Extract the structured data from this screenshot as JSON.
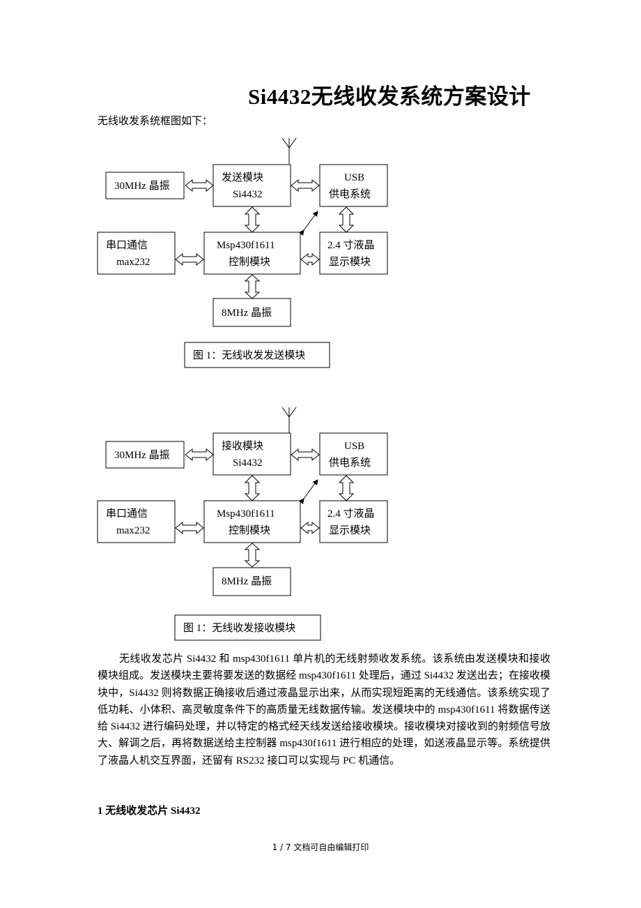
{
  "title": "Si4432无线收发系统方案设计",
  "intro": "无线收发系统框图如下：",
  "diagram1": {
    "osc30": "30MHz 晶振",
    "rf_line1": "发送模块",
    "rf_line2": "Si4432",
    "usb_line1": "USB",
    "usb_line2": "供电系统",
    "uart_line1": "串口通信",
    "uart_line2": "max232",
    "mcu_line1": "Msp430f1611",
    "mcu_line2": "控制模块",
    "lcd_line1": "2.4 寸液晶",
    "lcd_line2": "显示模块",
    "osc8": "8MHz 晶振",
    "caption": "图 1：无线收发发送模块"
  },
  "diagram2": {
    "osc30": "30MHz 晶振",
    "rf_line1": "接收模块",
    "rf_line2": "Si4432",
    "usb_line1": "USB",
    "usb_line2": "供电系统",
    "uart_line1": "串口通信",
    "uart_line2": "max232",
    "mcu_line1": "Msp430f1611",
    "mcu_line2": "控制模块",
    "lcd_line1": "2.4 寸液晶",
    "lcd_line2": "显示模块",
    "osc8": "8MHz 晶振",
    "caption": "图 1：无线收发接收模块"
  },
  "paragraph": "无线收发芯片 Si4432 和 msp430f1611 单片机的无线射频收发系统。该系统由发送模块和接收模块组成。发送模块主要将要发送的数据经 msp430f1611 处理后，通过 Si4432 发送出去；在接收模块中，Si4432 则将数据正确接收后通过液晶显示出来，从而实现短距离的无线通信。该系统实现了低功耗、小体积、高灵敏度条件下的高质量无线数据传输。发送模块中的 msp430f1611 将数据传送给 Si4432 进行编码处理，并以特定的格式经天线发送给接收模块。接收模块对接收到的射频信号放大、解调之后，再将数据送给主控制器 msp430f1611 进行相应的处理，如送液晶显示等。系统提供了液晶人机交互界面，还留有 RS232 接口可以实现与 PC 机通信。",
  "section_heading": "1  无线收发芯片 Si4432",
  "footer": "1 / 7 文档可自由编辑打印"
}
